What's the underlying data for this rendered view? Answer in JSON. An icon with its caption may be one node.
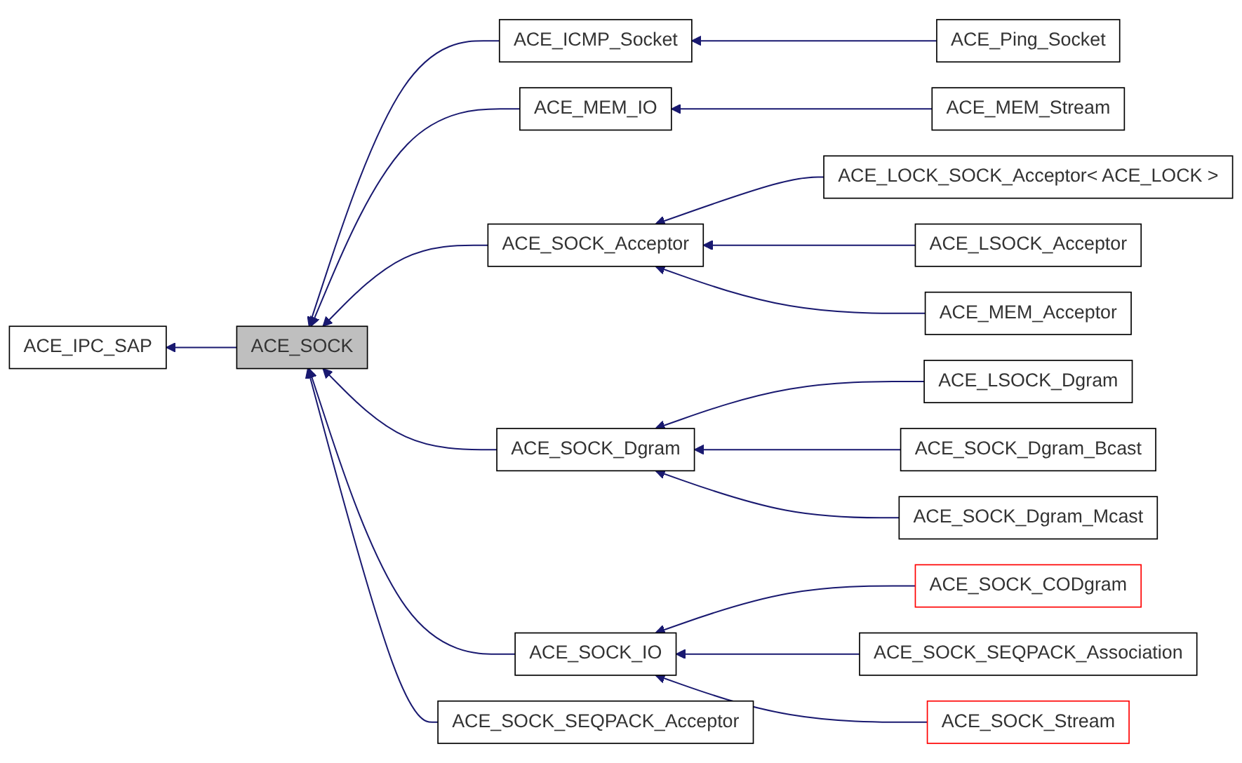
{
  "diagram": {
    "nodes": [
      {
        "text": [
          "ACE_IPC_SAP"
        ]
      },
      {
        "text": [
          "ACE_SOCK"
        ]
      },
      {
        "text": [
          "ACE_ICMP_Socket"
        ]
      },
      {
        "text": [
          "ACE_MEM_IO"
        ]
      },
      {
        "text": [
          "ACE_SOCK_Acceptor"
        ]
      },
      {
        "text": [
          "ACE_SOCK_Dgram"
        ]
      },
      {
        "text": [
          "ACE_SOCK_IO"
        ]
      },
      {
        "text": [
          "ACE_SOCK_SEQPACK_Acceptor"
        ]
      },
      {
        "text": [
          "ACE_Ping_Socket"
        ]
      },
      {
        "text": [
          "ACE_MEM_Stream"
        ]
      },
      {
        "text": [
          "ACE_LOCK_SOCK_Acceptor< ACE_LOCK >"
        ]
      },
      {
        "text": [
          "ACE_LSOCK_Acceptor"
        ]
      },
      {
        "text": [
          "ACE_MEM_Acceptor"
        ]
      },
      {
        "text": [
          "ACE_LSOCK_Dgram"
        ]
      },
      {
        "text": [
          "ACE_SOCK_Dgram_Bcast"
        ]
      },
      {
        "text": [
          "ACE_SOCK_Dgram_Mcast"
        ]
      },
      {
        "text": [
          "ACE_SOCK_CODgram"
        ]
      },
      {
        "text": [
          "ACE_SOCK_SEQPACK_Association"
        ]
      },
      {
        "text": [
          "ACE_SOCK_Stream"
        ]
      }
    ],
    "edges": [
      {
        "from": 1,
        "to": 0,
        "arrow": "to"
      },
      {
        "from": 2,
        "to": 1,
        "arrow": "to"
      },
      {
        "from": 3,
        "to": 1,
        "arrow": "to"
      },
      {
        "from": 4,
        "to": 1,
        "arrow": "to"
      },
      {
        "from": 5,
        "to": 1,
        "arrow": "to"
      },
      {
        "from": 6,
        "to": 1,
        "arrow": "to"
      },
      {
        "from": 7,
        "to": 1,
        "arrow": "to"
      },
      {
        "from": 8,
        "to": 2,
        "arrow": "to"
      },
      {
        "from": 9,
        "to": 3,
        "arrow": "to"
      },
      {
        "from": 10,
        "to": 4,
        "arrow": "to"
      },
      {
        "from": 11,
        "to": 4,
        "arrow": "to"
      },
      {
        "from": 12,
        "to": 4,
        "arrow": "to"
      },
      {
        "from": 13,
        "to": 5,
        "arrow": "to"
      },
      {
        "from": 14,
        "to": 5,
        "arrow": "to"
      },
      {
        "from": 15,
        "to": 5,
        "arrow": "to"
      },
      {
        "from": 16,
        "to": 6,
        "arrow": "to"
      },
      {
        "from": 17,
        "to": 6,
        "arrow": "to"
      },
      {
        "from": 18,
        "to": 6,
        "arrow": "to"
      }
    ]
  }
}
